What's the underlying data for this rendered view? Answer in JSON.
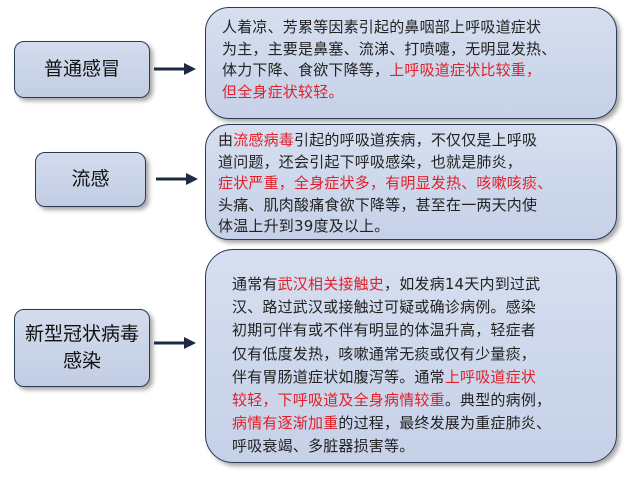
{
  "rows": [
    {
      "label": [
        "普通感冒"
      ],
      "lines": [
        [
          {
            "t": "人着凉、芳累等因素引起的鼻咽部上呼吸道症状",
            "hl": false
          }
        ],
        [
          {
            "t": "为主，主要是鼻塞、流涕、打喷嚏，无明显发热、",
            "hl": false
          }
        ],
        [
          {
            "t": "体力下降、食欲下降等，",
            "hl": false
          },
          {
            "t": "上呼吸道症状比较重，",
            "hl": true
          }
        ],
        [
          {
            "t": "但全身症状较轻。",
            "hl": true
          }
        ]
      ]
    },
    {
      "label": [
        "流感"
      ],
      "lines": [
        [
          {
            "t": "由",
            "hl": false
          },
          {
            "t": "流感病毒",
            "hl": true
          },
          {
            "t": "引起的呼吸道疾病，不仅仅是上呼吸",
            "hl": false
          }
        ],
        [
          {
            "t": "道问题，还会引起下呼吸感染，也就是肺炎，",
            "hl": false
          }
        ],
        [
          {
            "t": "症状严重，全身症状多，有明显发热、咳嗽咳痰、",
            "hl": true
          }
        ],
        [
          {
            "t": "头痛、肌肉酸痛食欲下降等，甚至在一两天内使",
            "hl": false
          }
        ],
        [
          {
            "t": "体温上升到39度及以上。",
            "hl": false
          }
        ]
      ]
    },
    {
      "label": [
        "新型冠状病毒",
        "感染"
      ],
      "lines": [
        [
          {
            "t": "通常有",
            "hl": false
          },
          {
            "t": "武汉相关接触史",
            "hl": true
          },
          {
            "t": "，如发病14天内到过武",
            "hl": false
          }
        ],
        [
          {
            "t": "汉、路过武汉或接触过可疑或确诊病例。感染",
            "hl": false
          }
        ],
        [
          {
            "t": "初期可伴有或不伴有明显的体温升高，轻症者",
            "hl": false
          }
        ],
        [
          {
            "t": "仅有低度发热，咳嗽通常无痰或仅有少量痰，",
            "hl": false
          }
        ],
        [
          {
            "t": "伴有胃肠道症状如腹泻等。通常",
            "hl": false
          },
          {
            "t": "上呼吸道症状",
            "hl": true
          }
        ],
        [
          {
            "t": "较轻，下呼吸道及全身病情较重",
            "hl": true
          },
          {
            "t": "。典型的病例，",
            "hl": false
          }
        ],
        [
          {
            "t": "病情有逐渐加重",
            "hl": true
          },
          {
            "t": "的过程，最终发展为重症肺炎、",
            "hl": false
          }
        ],
        [
          {
            "t": "呼吸衰竭、多脏器损害等。",
            "hl": false
          }
        ]
      ]
    }
  ]
}
